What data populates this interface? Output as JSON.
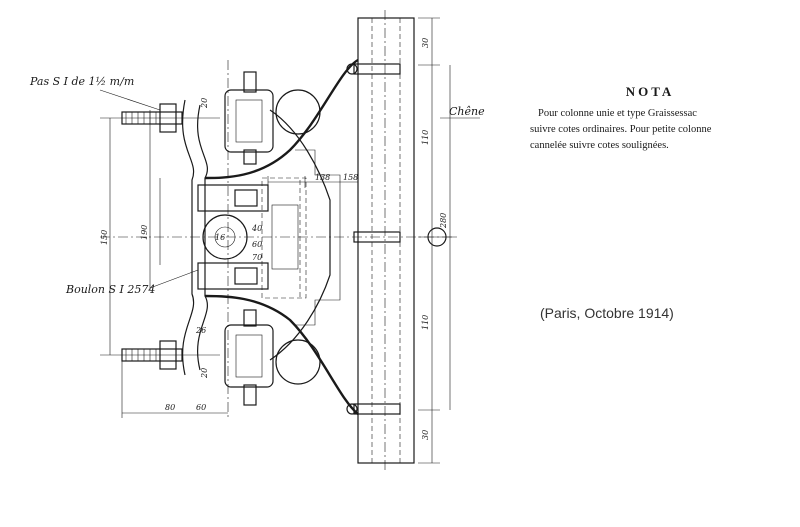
{
  "nota": {
    "title": "NOTA",
    "lines": [
      "Pour colonne unie et type Graissessac",
      "suivre cotes ordinaires. Pour petite colonne",
      "cannelée suivre cotes soulignées."
    ]
  },
  "place_date": "(Paris, Octobre 1914)",
  "labels": {
    "pas": "Pas S I de 1½ m/m",
    "boulon": "Boulon S I 2574",
    "chene": "Chêne"
  },
  "dims": {
    "d30_top": "30",
    "d110_top": "110",
    "d280": "280",
    "d110_bot": "110",
    "d30_bot": "30",
    "d138": "138",
    "d158": "158",
    "d150": "150",
    "d190": "190",
    "d20_top": "20",
    "d20_bot": "20",
    "d26": "26",
    "d80": "80",
    "d60": "60",
    "d40": "40",
    "d60b": "60",
    "d70": "70",
    "d16": "16"
  }
}
